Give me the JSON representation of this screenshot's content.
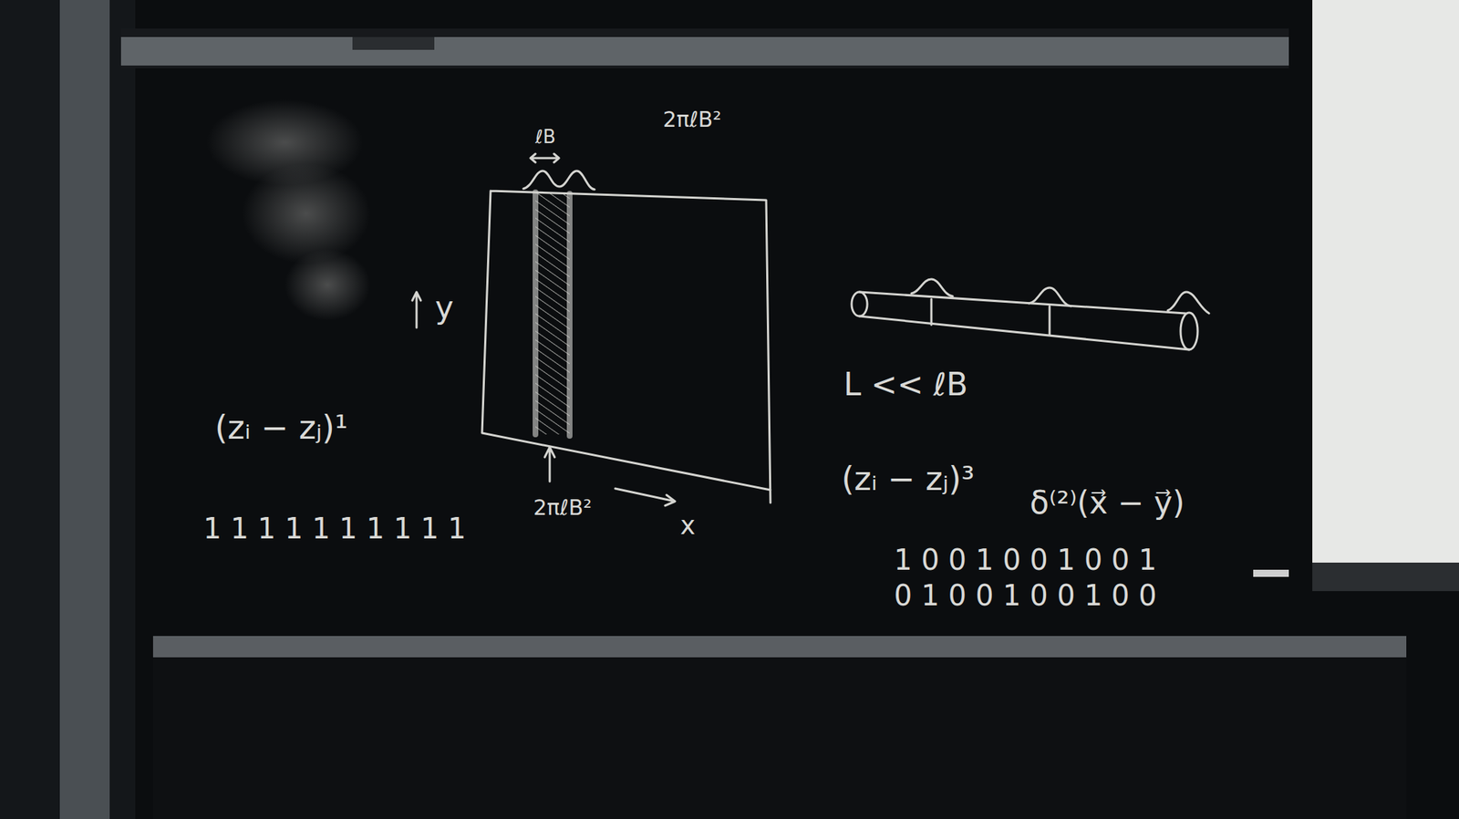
{
  "diagram": {
    "labels": [
      "2πℓB²",
      "ℓB",
      "y",
      "(zᵢ − zⱼ)¹",
      "1 1 1 1 1 1 1 1 1 1",
      "2πℓB²",
      "x",
      "L << ℓB",
      "(zᵢ − zⱼ)³",
      "δ⁽²⁾(x⃗ − y⃗)",
      "1 0 0 1 0 0 1 0 0 1",
      "0 1 0 0 1 0 0 1 0 0"
    ]
  }
}
